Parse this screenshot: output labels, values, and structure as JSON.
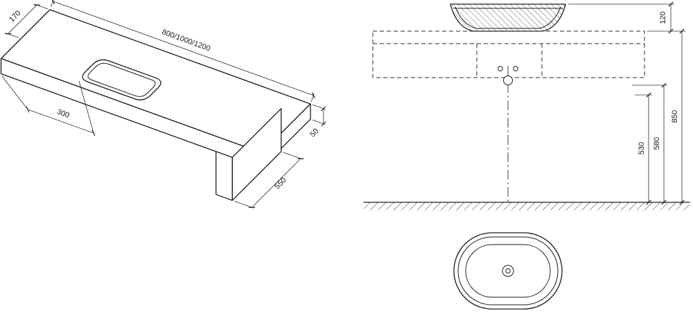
{
  "drawing": {
    "title": "washbasin-countertop-technical-drawing",
    "isometric_view": {
      "dimensions": {
        "end_offset": "170",
        "length_variants": "800/1000/1200",
        "cutout_offset": "300",
        "thickness": "50",
        "depth": "550"
      }
    },
    "front_elevation": {
      "dimensions": {
        "basin_height": "120",
        "level_1": "530",
        "level_2": "580",
        "level_3": "850"
      }
    },
    "colors": {
      "outline": "#1a1a1a",
      "dimension": "#2a2a2a",
      "background": "#ffffff"
    }
  }
}
